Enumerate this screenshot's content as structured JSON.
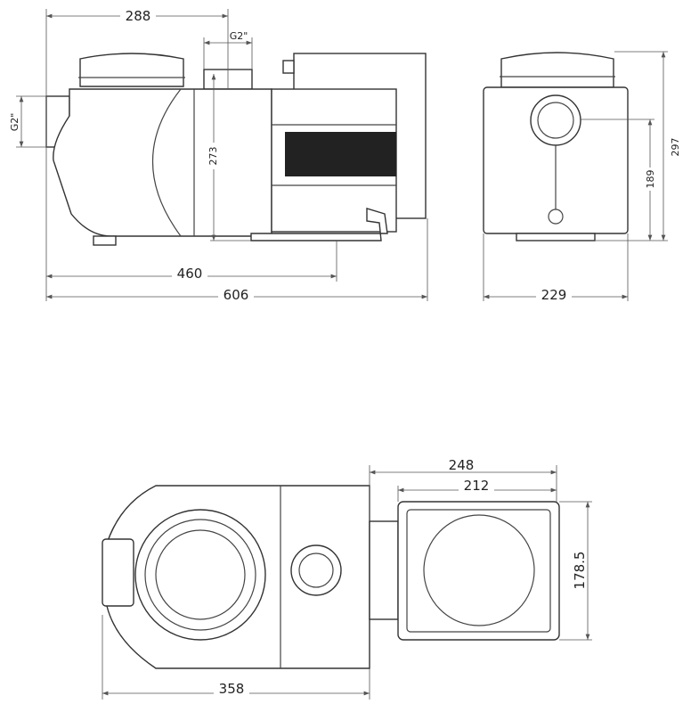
{
  "side_view": {
    "dim_overall_length": "606",
    "dim_base_length": "460",
    "dim_outlet_position": "288",
    "dim_outlet_size": "G2\"",
    "dim_inlet_size": "G2\"",
    "dim_outlet_height": "273"
  },
  "front_view": {
    "dim_width": "229",
    "dim_height": "297",
    "dim_inlet_height": "189"
  },
  "top_view": {
    "dim_body_length": "358",
    "dim_motor_outer": "248",
    "dim_motor_inner": "212",
    "dim_motor_width": "178.5"
  }
}
